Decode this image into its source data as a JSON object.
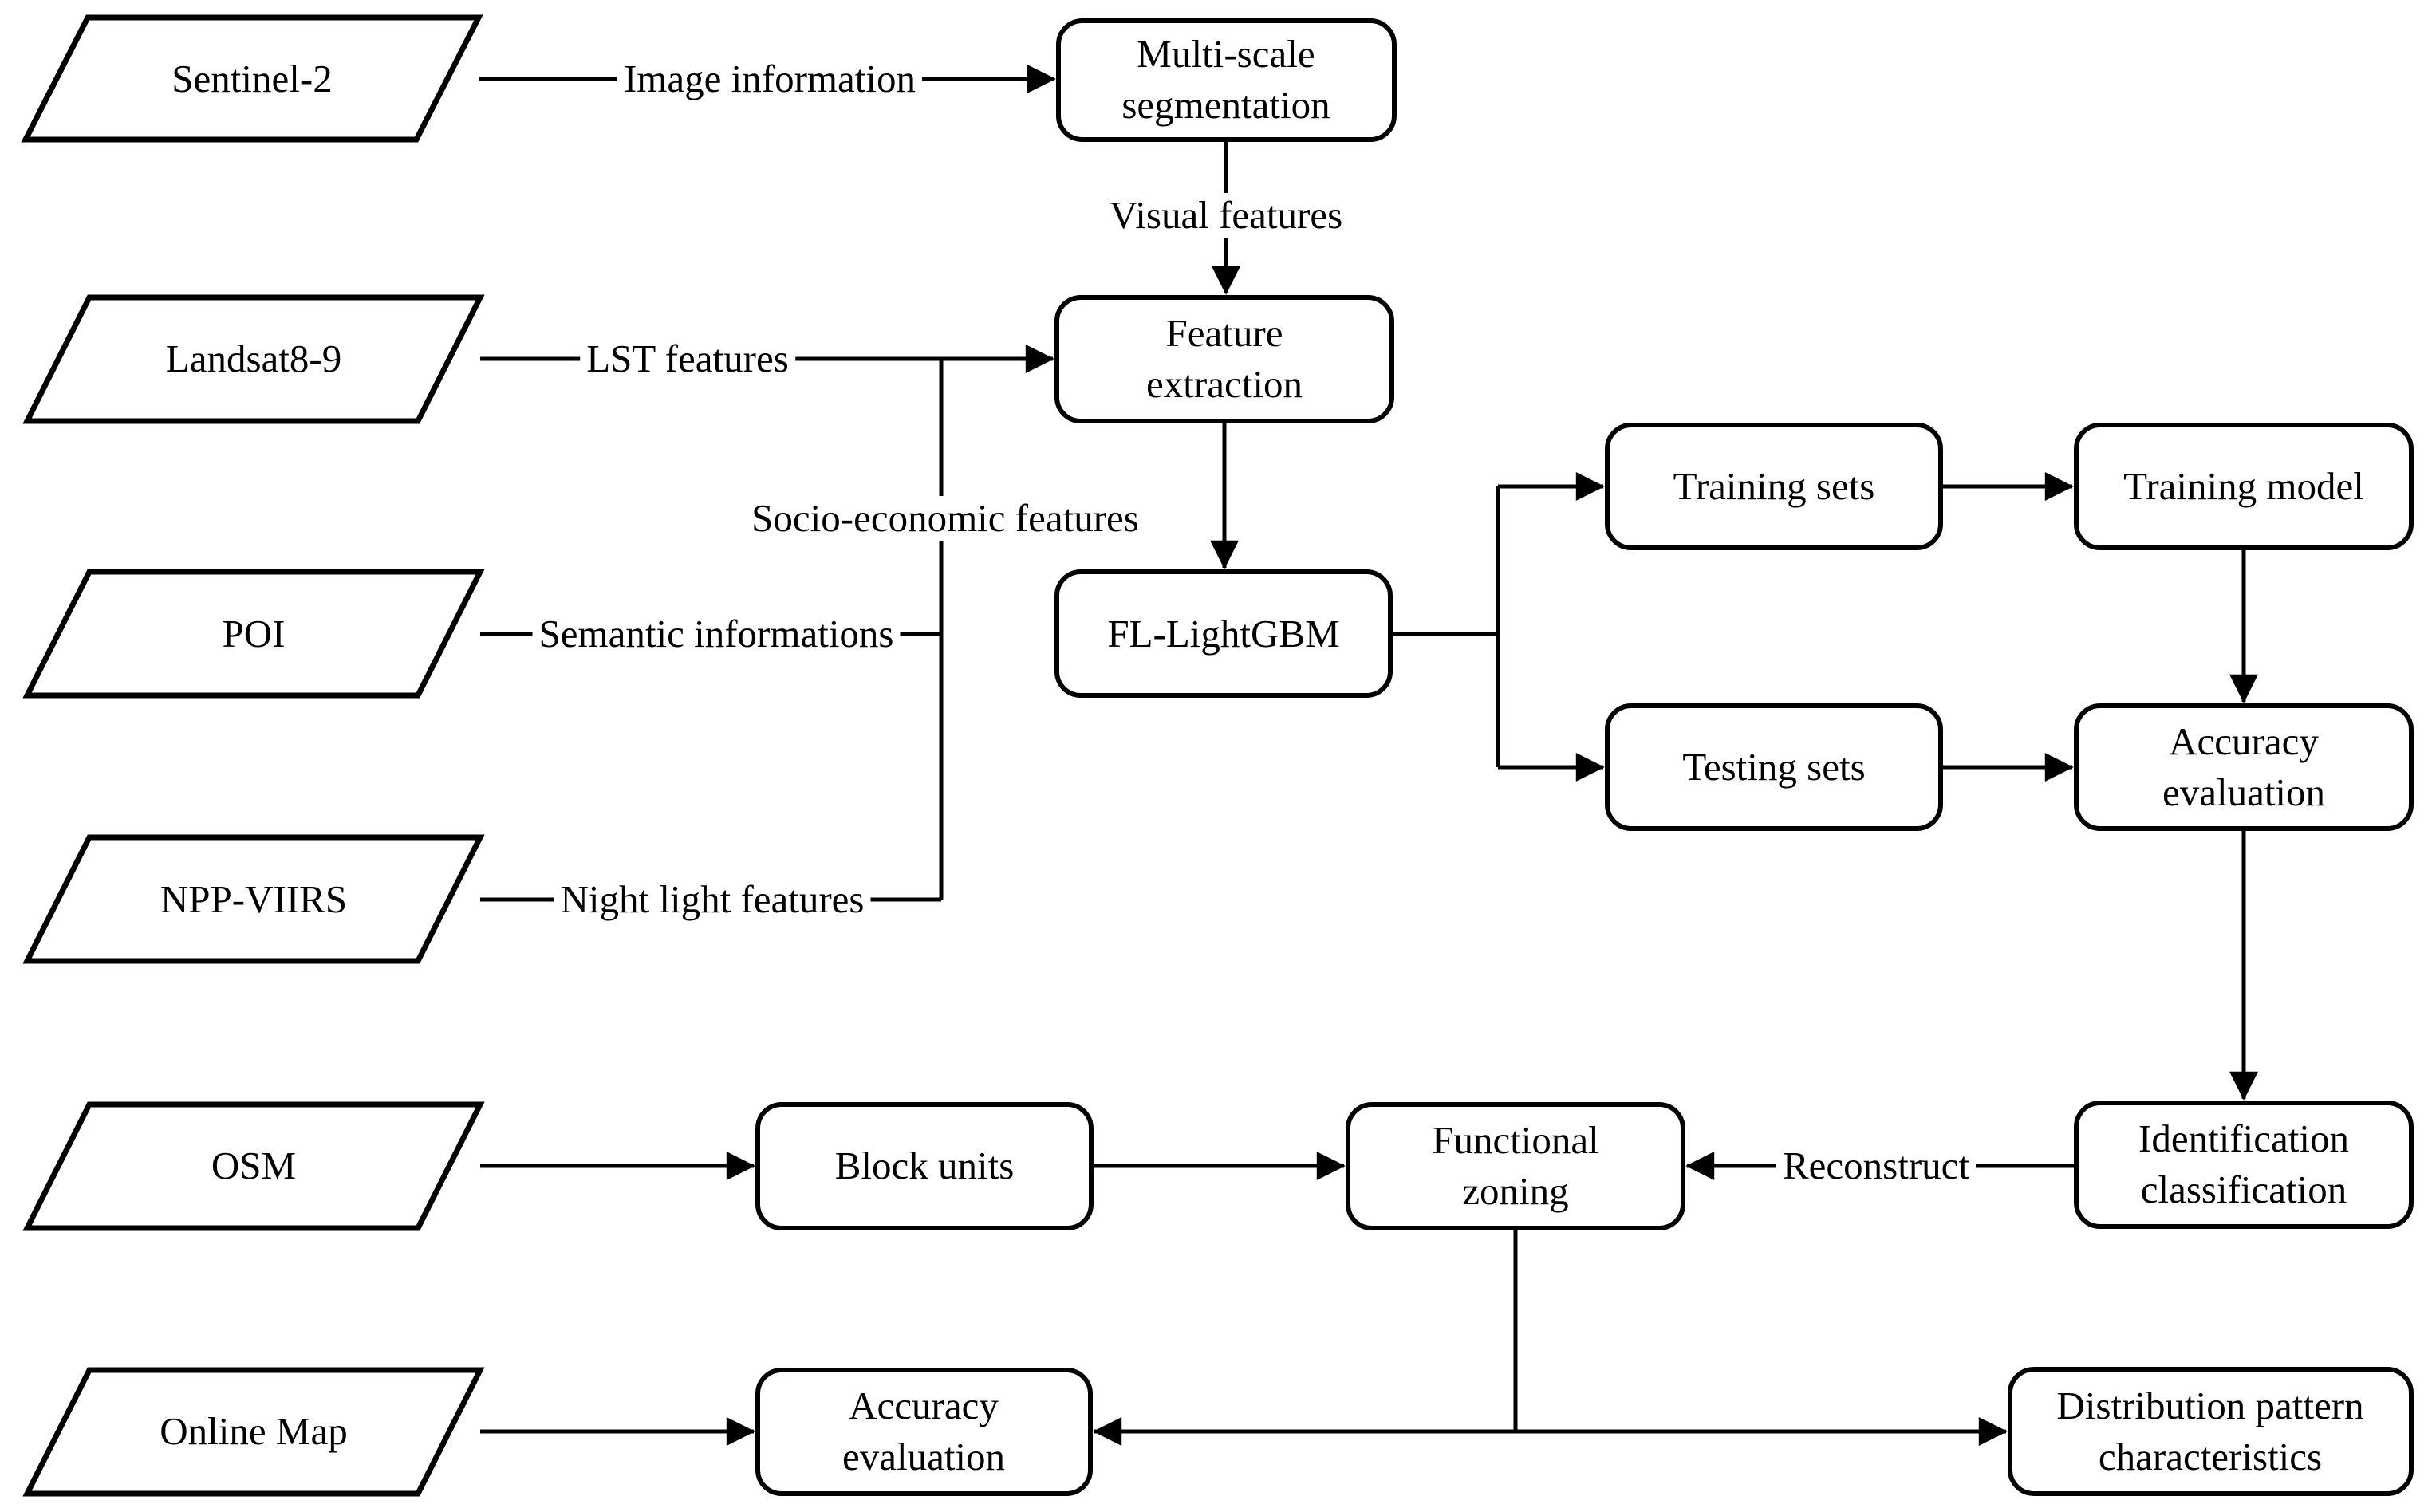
{
  "colors": {
    "background": "#ffffff",
    "stroke": "#000000",
    "text": "#000000"
  },
  "nodes": {
    "sentinel2": {
      "shape": "parallelogram",
      "label1": "Sentinel-2"
    },
    "landsat89": {
      "shape": "parallelogram",
      "label1": "Landsat8-9"
    },
    "poi": {
      "shape": "parallelogram",
      "label1": "POI"
    },
    "nppViirs": {
      "shape": "parallelogram",
      "label1": "NPP-VIIRS"
    },
    "osm": {
      "shape": "parallelogram",
      "label1": "OSM"
    },
    "onlineMap": {
      "shape": "parallelogram",
      "label1": "Online Map"
    },
    "multiScale": {
      "shape": "rounded-rect",
      "label1": "Multi-scale",
      "label2": "segmentation"
    },
    "featureExtraction": {
      "shape": "rounded-rect",
      "label1": "Feature",
      "label2": "extraction"
    },
    "flLightgbm": {
      "shape": "rounded-rect",
      "label1": "FL-LightGBM"
    },
    "trainingSets": {
      "shape": "rounded-rect",
      "label1": "Training sets"
    },
    "trainingModel": {
      "shape": "rounded-rect",
      "label1": "Training model"
    },
    "testingSets": {
      "shape": "rounded-rect",
      "label1": "Testing sets"
    },
    "accuracyEvaluation1": {
      "shape": "rounded-rect",
      "label1": "Accuracy",
      "label2": "evaluation"
    },
    "identificationClassification": {
      "shape": "rounded-rect",
      "label1": "Identification",
      "label2": "classification"
    },
    "blockUnits": {
      "shape": "rounded-rect",
      "label1": "Block units"
    },
    "functionalZoning": {
      "shape": "rounded-rect",
      "label1": "Functional",
      "label2": "zoning"
    },
    "accuracyEvaluation2": {
      "shape": "rounded-rect",
      "label1": "Accuracy",
      "label2": "evaluation"
    },
    "distributionPattern": {
      "shape": "rounded-rect",
      "label1": "Distribution pattern",
      "label2": "characteristics"
    }
  },
  "edge_labels": {
    "image_information": "Image information",
    "visual_features": "Visual features",
    "lst_features": "LST features",
    "socio_economic": "Socio-economic features",
    "semantic_informations": "Semantic informations",
    "night_light": "Night light features",
    "reconstruct": "Reconstruct"
  },
  "edges": [
    {
      "from": "Sentinel-2",
      "to": "Multi-scale segmentation",
      "label": "Image information"
    },
    {
      "from": "Multi-scale segmentation",
      "to": "Feature extraction",
      "label": "Visual features"
    },
    {
      "from": "Landsat8-9",
      "to": "Feature extraction",
      "label": "LST features"
    },
    {
      "from": "POI",
      "to": "Feature extraction",
      "label": "Semantic informations (Socio-economic features)"
    },
    {
      "from": "NPP-VIIRS",
      "to": "Feature extraction",
      "label": "Night light features (Socio-economic features)"
    },
    {
      "from": "Feature extraction",
      "to": "FL-LightGBM",
      "label": ""
    },
    {
      "from": "FL-LightGBM",
      "to": "Training sets",
      "label": ""
    },
    {
      "from": "FL-LightGBM",
      "to": "Testing sets",
      "label": ""
    },
    {
      "from": "Training sets",
      "to": "Training model",
      "label": ""
    },
    {
      "from": "Training model",
      "to": "Accuracy evaluation",
      "label": ""
    },
    {
      "from": "Testing sets",
      "to": "Accuracy evaluation",
      "label": ""
    },
    {
      "from": "Accuracy evaluation",
      "to": "Identification classification",
      "label": ""
    },
    {
      "from": "Identification classification",
      "to": "Functional zoning",
      "label": "Reconstruct"
    },
    {
      "from": "OSM",
      "to": "Block units",
      "label": ""
    },
    {
      "from": "Block units",
      "to": "Functional zoning",
      "label": ""
    },
    {
      "from": "Functional zoning",
      "to": "Accuracy evaluation (validation)",
      "label": ""
    },
    {
      "from": "Functional zoning",
      "to": "Distribution pattern characteristics",
      "label": ""
    },
    {
      "from": "Online Map",
      "to": "Accuracy evaluation (validation)",
      "label": ""
    }
  ]
}
